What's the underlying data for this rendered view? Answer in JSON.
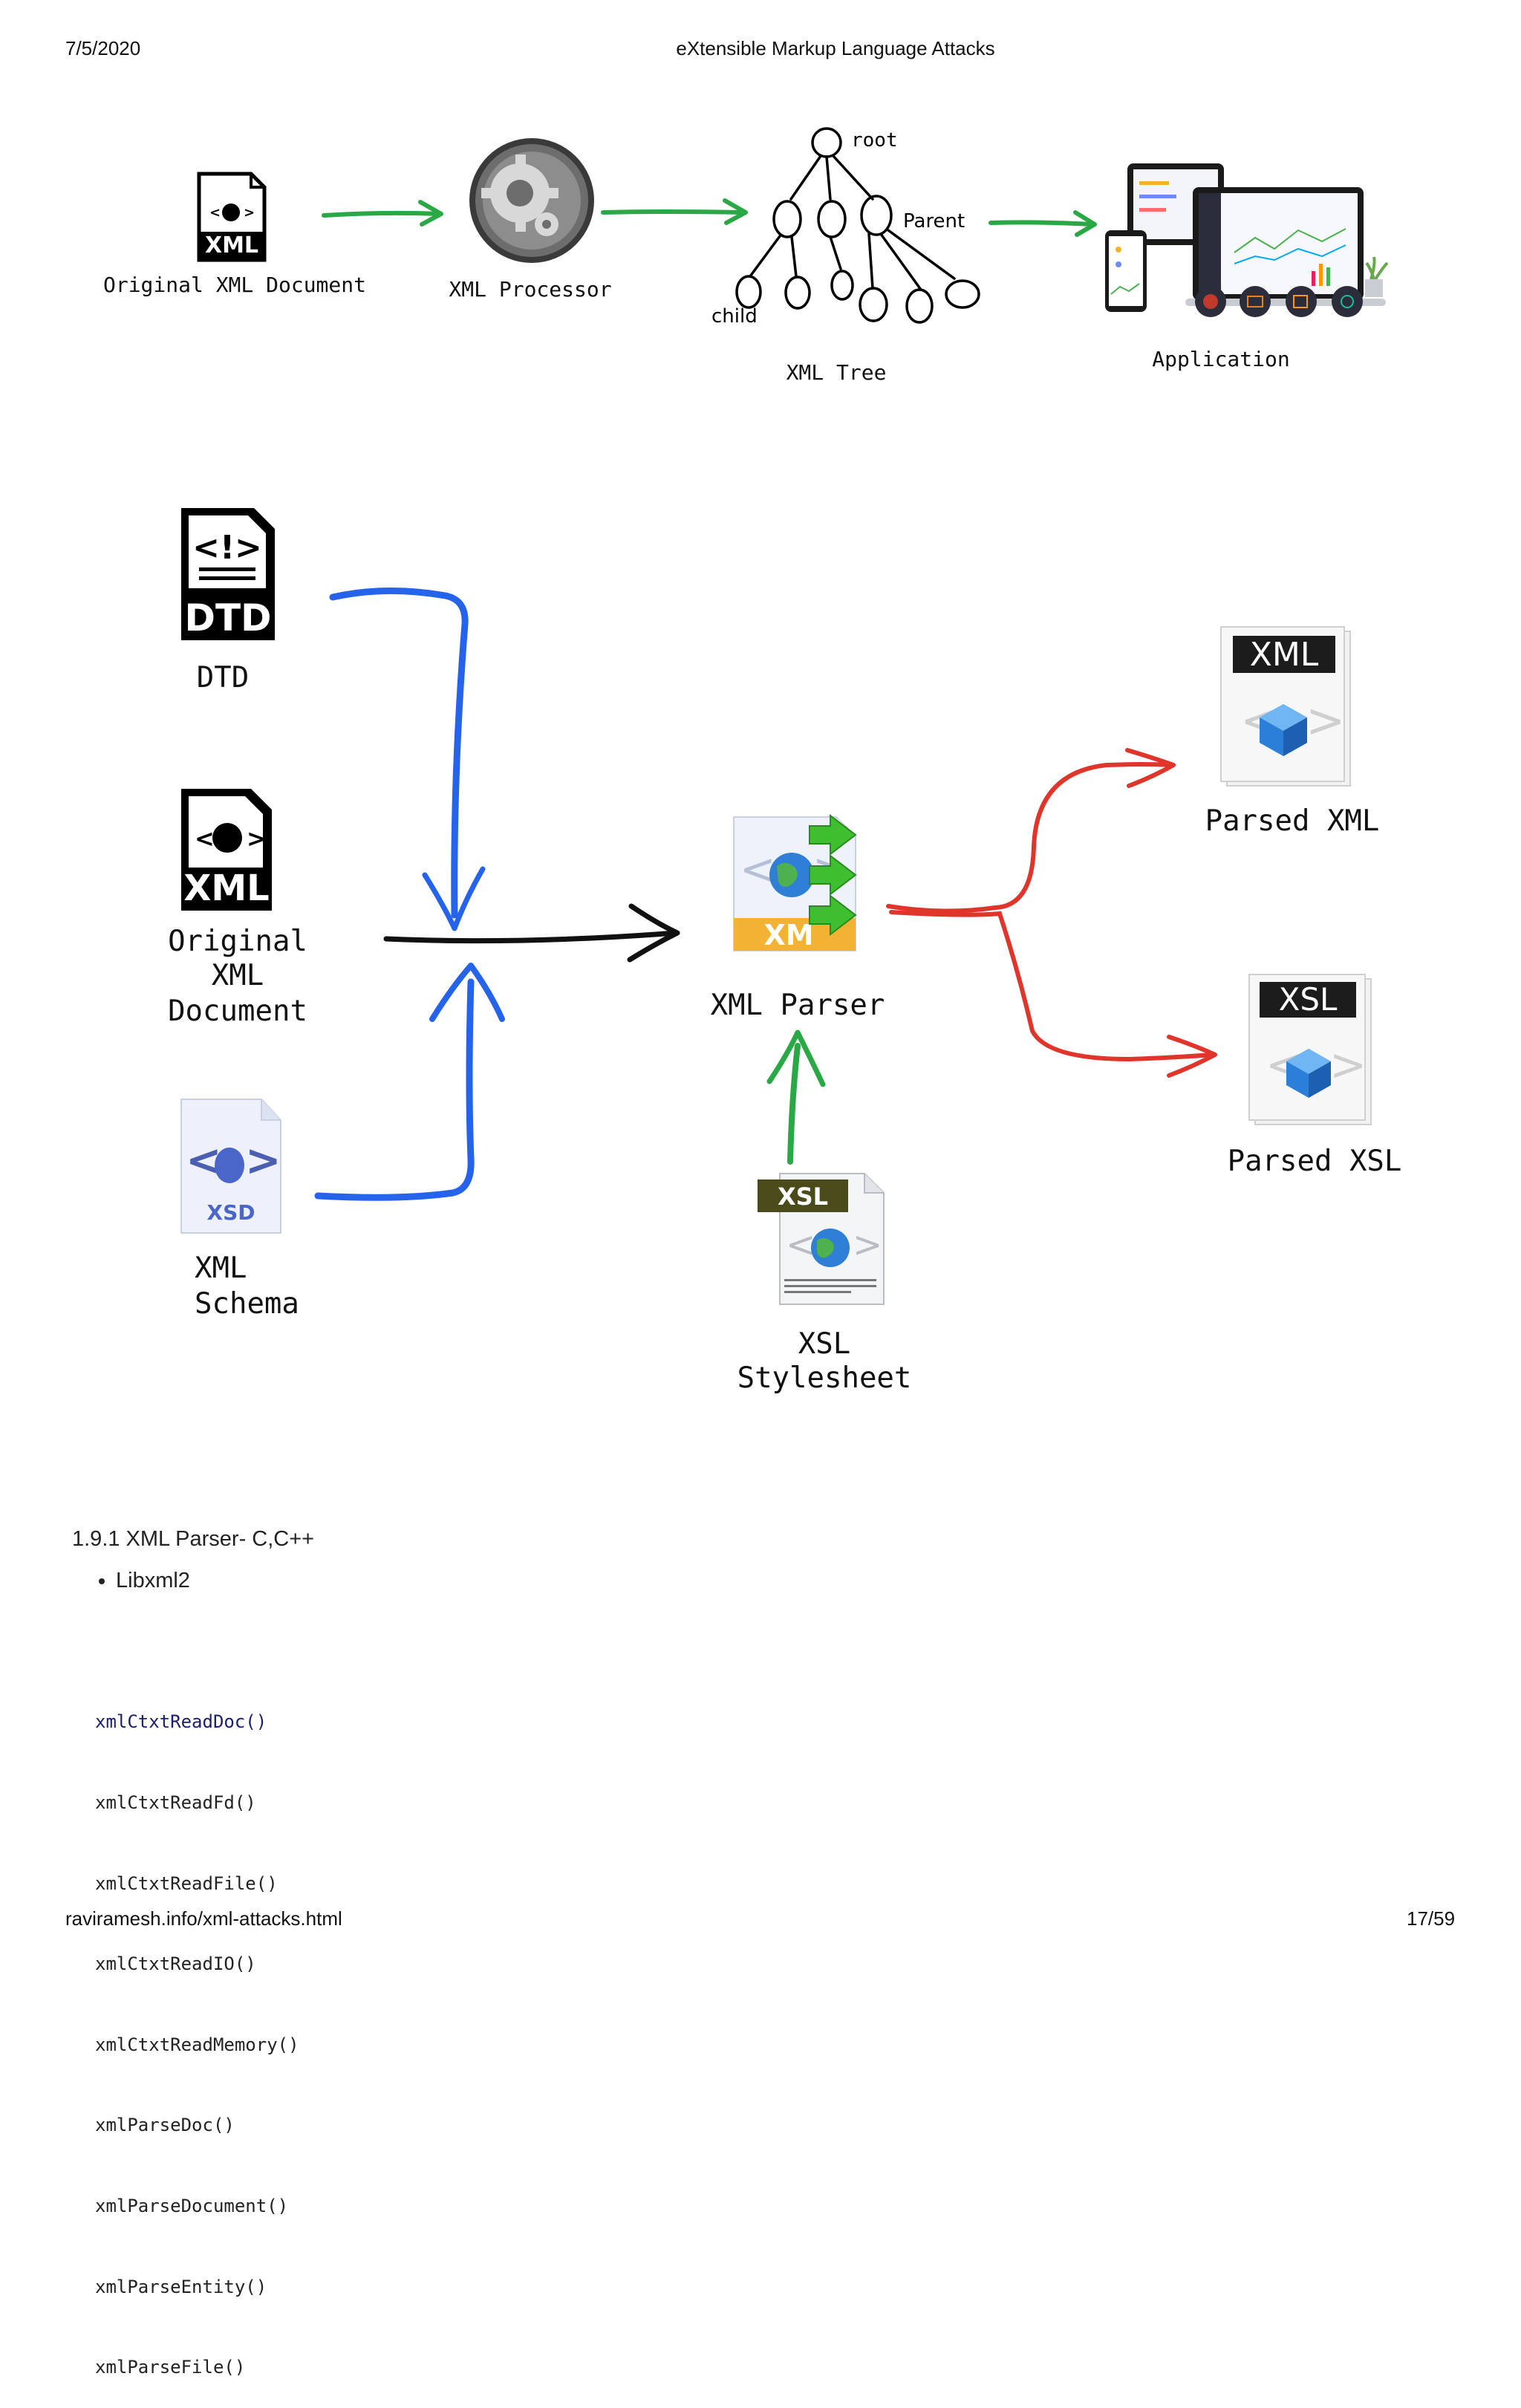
{
  "header": {
    "date": "7/5/2020",
    "title": "eXtensible Markup Language Attacks"
  },
  "diagram1": {
    "labels": {
      "original_xml_document": "Original XML Document",
      "xml_processor": "XML Processor",
      "root": "root",
      "parent": "Parent",
      "child": "child",
      "xml_tree": "XML Tree",
      "application": "Application"
    },
    "icon_text": {
      "xml": "XML"
    },
    "colors": {
      "arrow": "#2aa845"
    }
  },
  "diagram2": {
    "labels": {
      "dtd": "DTD",
      "original_xml_line1": "Original",
      "original_xml_line2": "XML",
      "original_xml_line3": "Document",
      "xml_schema_line1": "XML",
      "xml_schema_line2": "Schema",
      "xml_parser": "XML Parser",
      "xsl_stylesheet_line1": "XSL",
      "xsl_stylesheet_line2": "Stylesheet",
      "parsed_xml": "Parsed XML",
      "parsed_xsl": "Parsed XSL"
    },
    "icon_text": {
      "dtd": "DTD",
      "xml": "XML",
      "xsd": "XSD",
      "xsl": "XSL"
    },
    "colors": {
      "blue": "#2563eb",
      "black": "#111111",
      "red": "#e0352b",
      "green": "#2aa845"
    }
  },
  "section": {
    "title": "1.9.1 XML Parser- C,C++",
    "bullets": [
      "Libxml2"
    ],
    "code_lines": [
      "xmlCtxtReadDoc()",
      "xmlCtxtReadFd()",
      "xmlCtxtReadFile()",
      "xmlCtxtReadIO()",
      "xmlCtxtReadMemory()",
      "xmlParseDoc()",
      "xmlParseDocument()",
      "xmlParseEntity()",
      "xmlParseFile()"
    ]
  },
  "footer": {
    "url": "raviramesh.info/xml-attacks.html",
    "page": "17/59"
  }
}
